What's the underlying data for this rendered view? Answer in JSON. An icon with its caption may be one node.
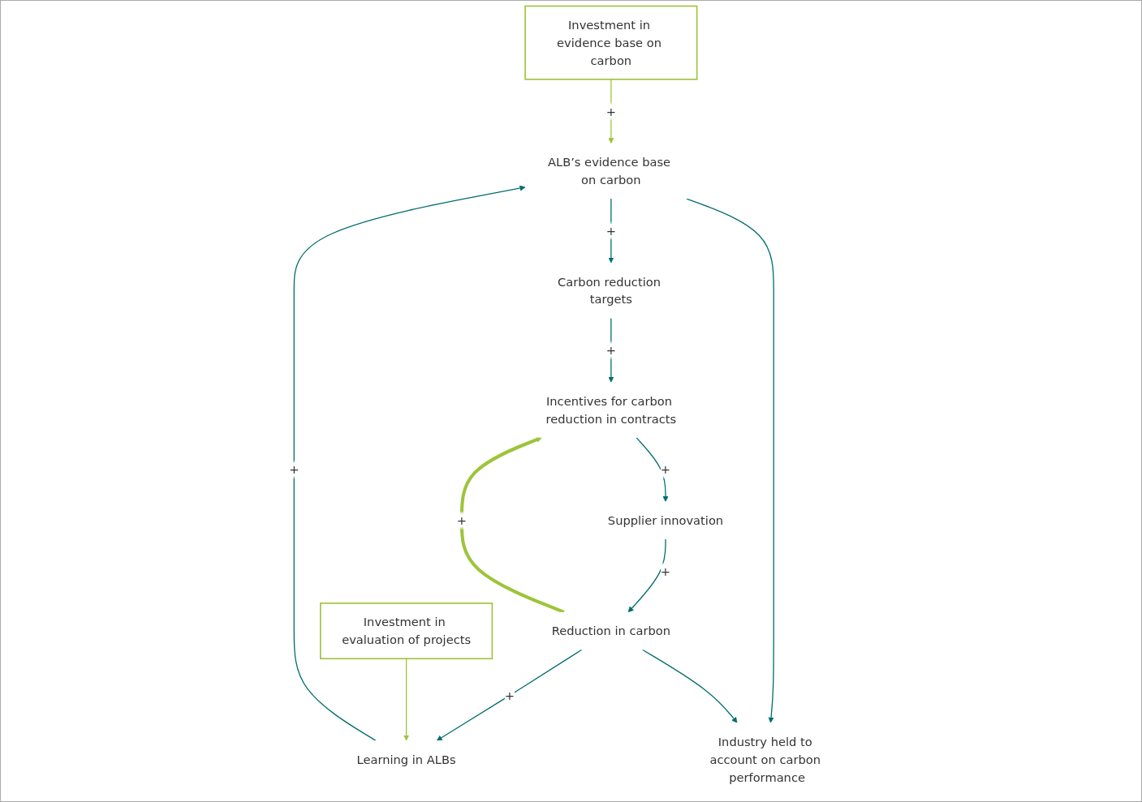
{
  "diagram": {
    "nodes": [
      {
        "text": [
          "Investment in evidence base on carbon"
        ]
      },
      {
        "text": [
          "ALB’s evidence base on carbon"
        ]
      },
      {
        "text": [
          "Carbon reduction targets"
        ]
      },
      {
        "text": [
          "Incentives for carbon reduction in contracts"
        ]
      },
      {
        "text": [
          "Supplier innovation"
        ]
      },
      {
        "text": [
          "Learning in ALBs"
        ]
      },
      {
        "text": [
          "Reduction in carbon"
        ]
      },
      {
        "text": [
          "Investment in evaluation of projects"
        ]
      },
      {
        "text": [
          "Industry held to account on carbon performance"
        ]
      }
    ],
    "edges": [
      {
        "from": 0,
        "to": 1,
        "arrow": "to",
        "label": "+",
        "color": "#9dc43b"
      },
      {
        "from": 1,
        "to": 2,
        "arrow": "to",
        "label": "+"
      },
      {
        "from": 2,
        "to": 3,
        "arrow": "to",
        "label": "+"
      },
      {
        "from": 3,
        "to": 4,
        "arrow": "to",
        "label": "+"
      },
      {
        "from": 4,
        "to": 6,
        "arrow": "to",
        "label": "+"
      },
      {
        "from": 6,
        "to": 5,
        "arrow": "to",
        "label": "+"
      },
      {
        "from": 5,
        "to": 1,
        "arrow": "to",
        "label": "+"
      },
      {
        "from": 6,
        "to": 3,
        "arrow": "to",
        "label": "+",
        "style": "thick",
        "color": "#9dc43b"
      },
      {
        "from": 7,
        "to": 5,
        "arrow": "to",
        "color": "#9dc43b"
      },
      {
        "from": 1,
        "to": 8,
        "arrow": "to"
      },
      {
        "from": 6,
        "to": 8,
        "arrow": "to"
      }
    ]
  }
}
